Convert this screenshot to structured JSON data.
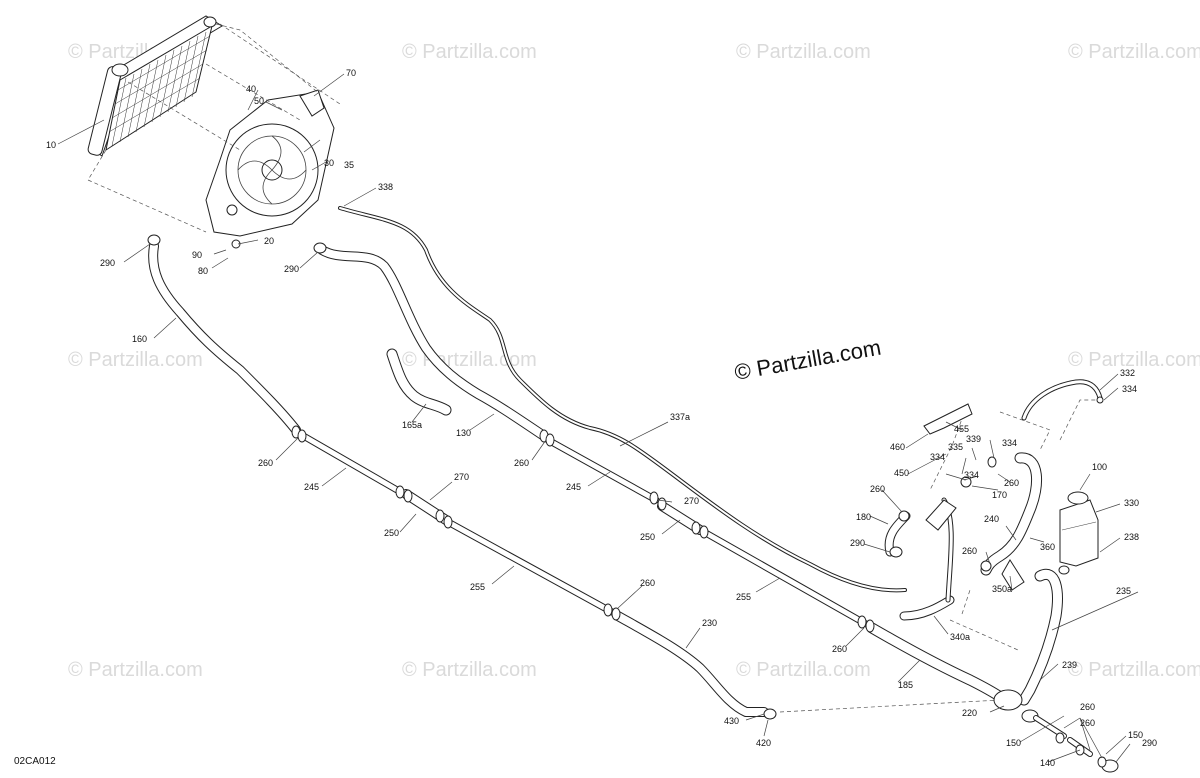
{
  "watermark_text": "© Partzilla.com",
  "brand_text": "© Partzilla.com",
  "diagram_code": "02CA012",
  "callouts": {
    "c10": "10",
    "c20": "20",
    "c30": "30",
    "c35": "35",
    "c40": "40",
    "c50": "50",
    "c70": "70",
    "c80": "80",
    "c90": "90",
    "c100": "100",
    "c130": "130",
    "c140": "140",
    "c150a": "150",
    "c150b": "150",
    "c160": "160",
    "c165a": "165a",
    "c170": "170",
    "c180": "180",
    "c185": "185",
    "c220": "220",
    "c230": "230",
    "c235": "235",
    "c238": "238",
    "c239": "239",
    "c240": "240",
    "c245a": "245",
    "c245b": "245",
    "c250a": "250",
    "c250b": "250",
    "c255a": "255",
    "c255b": "255",
    "c260a": "260",
    "c260b": "260",
    "c260c": "260",
    "c260d": "260",
    "c260e": "260",
    "c260f": "260",
    "c260g": "260",
    "c260h": "260",
    "c260i": "260",
    "c270a": "270",
    "c270b": "270",
    "c290a": "290",
    "c290b": "290",
    "c290c": "290",
    "c290d": "290",
    "c330": "330",
    "c332": "332",
    "c334a": "334",
    "c334b": "334",
    "c334c": "334",
    "c334d": "334",
    "c335": "335",
    "c337a": "337a",
    "c338": "338",
    "c339": "339",
    "c340a": "340a",
    "c350a": "350a",
    "c360": "360",
    "c420": "420",
    "c430": "430",
    "c450": "450",
    "c455": "455",
    "c460": "460"
  }
}
